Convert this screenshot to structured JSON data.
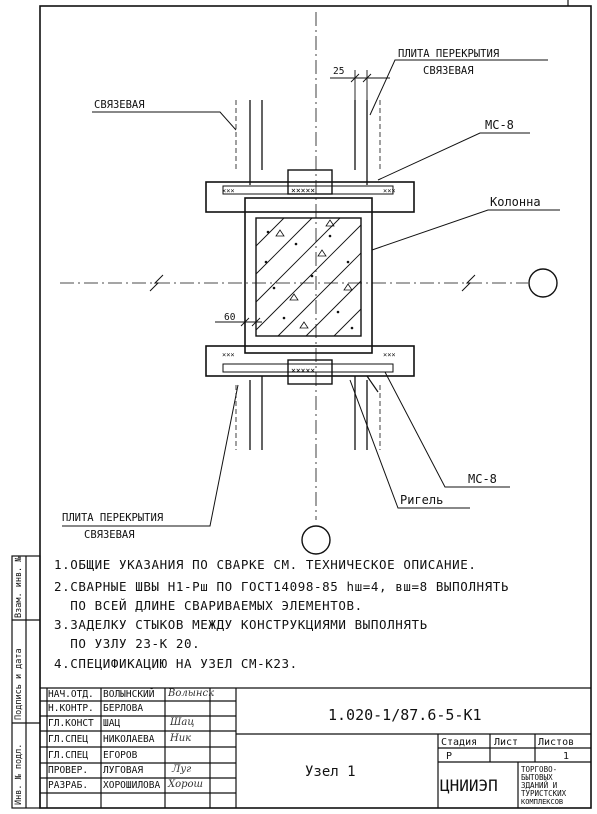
{
  "drawing": {
    "labels": {
      "slab_top_line1": "ПЛИТА ПЕРЕКРЫТИЯ",
      "slab_top_line2": "СВЯЗЕВАЯ",
      "slab_left_top": "СВЯЗЕВАЯ",
      "mc8_top": "МС-8",
      "column": "Колонна",
      "mc8_bottom": "МС-8",
      "girder": "Ригель",
      "slab_bottom_line1": "ПЛИТА ПЕРЕКРЫТИЯ",
      "slab_bottom_line2": "СВЯЗЕВАЯ"
    },
    "dimensions": {
      "top": "25",
      "left": "60"
    }
  },
  "notes": [
    "1.ОБЩИЕ УКАЗАНИЯ ПО СВАРКЕ СМ. ТЕХНИЧЕСКОЕ ОПИСАНИЕ.",
    "2.СВАРНЫЕ ШВЫ Н1-Рш ПО ГОСТ14098-85 hш=4, вш=8 ВЫПОЛНЯТЬ",
    "  ПО ВСЕЙ ДЛИНЕ СВАРИВАЕМЫХ ЭЛЕМЕНТОВ.",
    "3.ЗАДЕЛКУ СТЫКОВ МЕЖДУ КОНСТРУКЦИЯМИ ВЫПОЛНЯТЬ",
    "  ПО УЗЛУ 23-К 20.",
    "4.СПЕЦИФИКАЦИЮ НА УЗЕЛ СМ-К23."
  ],
  "side_stamp": [
    "Инв. № подл.",
    "Подпись и дата",
    "Взам. инв. №"
  ],
  "title_block": {
    "code": "1.020-1/87.6-5-К1",
    "node_title": "Узел 1",
    "stage_header": "Стадия",
    "sheet_header": "Лист",
    "sheets_header": "Листов",
    "stage_value": "Р",
    "sheets_value": "1",
    "org": "ЦНИИЭП",
    "org_sub": [
      "ТОРГОВО-",
      "БЫТОВЫХ",
      "ЗДАНИЙ И",
      "ТУРИСТСКИХ",
      "КОМПЛЕКСОВ"
    ],
    "staff": [
      {
        "role": "НАЧ.ОТД.",
        "name": "ВОЛЫНСКИЙ",
        "sig": "Волынск"
      },
      {
        "role": "Н.КОНТР.",
        "name": "БЕРЛОВА",
        "sig": ""
      },
      {
        "role": "ГЛ.КОНСТ",
        "name": "ШАЦ",
        "sig": "Шац"
      },
      {
        "role": "ГЛ.СПЕЦ",
        "name": "НИКОЛАЕВА",
        "sig": "Ник"
      },
      {
        "role": "ГЛ.СПЕЦ",
        "name": "ЕГОРОВ",
        "sig": ""
      },
      {
        "role": "ПРОВЕР.",
        "name": "ЛУГОВАЯ",
        "sig": "Луг"
      },
      {
        "role": "РАЗРАБ.",
        "name": "ХОРОШИЛОВА",
        "sig": "Хорош"
      }
    ]
  }
}
